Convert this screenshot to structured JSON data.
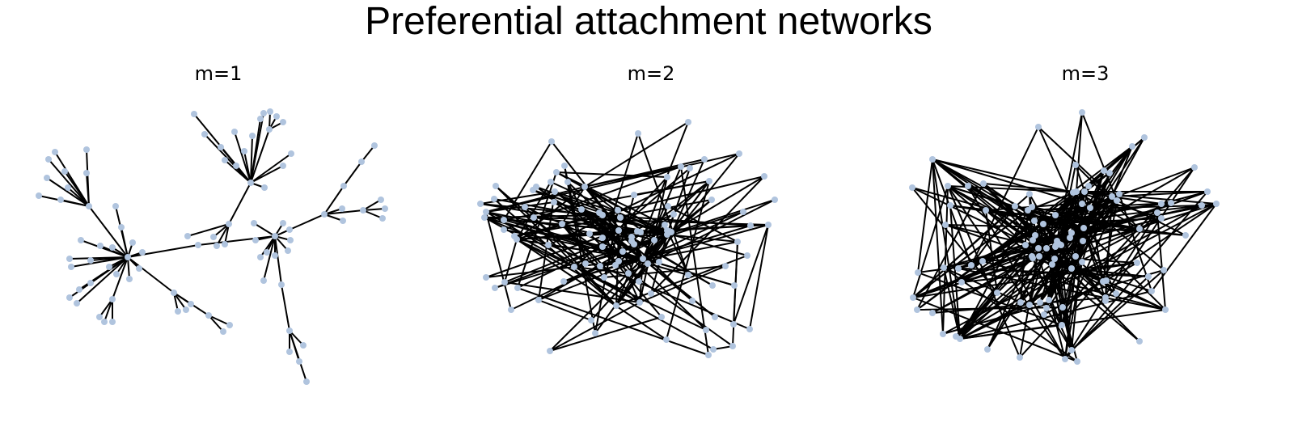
{
  "figure": {
    "title": "Preferential attachment networks",
    "node_color": "#b0c4de",
    "edge_color": "#000000",
    "panels": [
      {
        "title": "m=1"
      },
      {
        "title": "m=2"
      },
      {
        "title": "m=3"
      }
    ]
  }
}
